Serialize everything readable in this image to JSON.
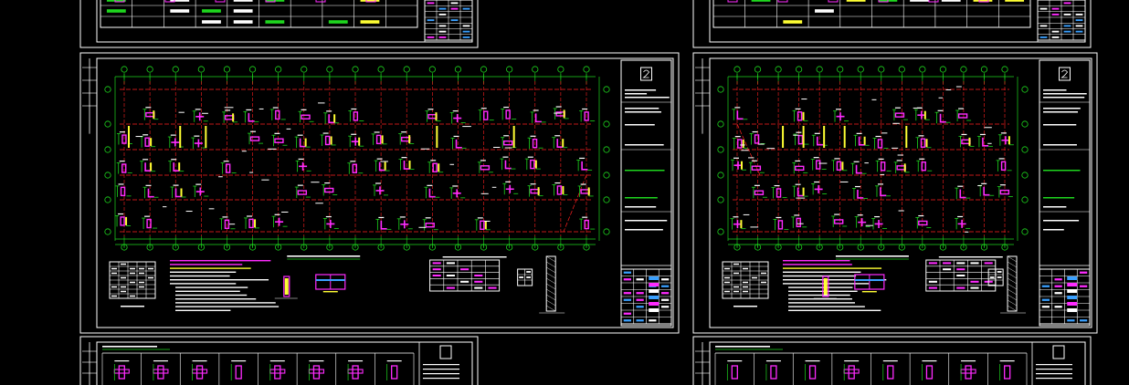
{
  "app": {
    "background": "#000000"
  },
  "colors": {
    "frame": "#ffffff",
    "axis": "#ff2020",
    "grid": "#1ed61e",
    "column": "#ff2bff",
    "highlight": "#ffff33",
    "accent": "#3aa0ff",
    "text": "#ffffff"
  },
  "sheets": [
    {
      "id": "top-left-partial",
      "kind": "partial-top"
    },
    {
      "id": "top-right-partial",
      "kind": "partial-top"
    },
    {
      "id": "main-left",
      "kind": "floor-plan"
    },
    {
      "id": "main-right",
      "kind": "floor-plan"
    },
    {
      "id": "bottom-left-partial",
      "kind": "partial-bottom"
    },
    {
      "id": "bottom-right-partial",
      "kind": "partial-bottom"
    }
  ],
  "icons": [
    "title-block-logo-icon"
  ]
}
